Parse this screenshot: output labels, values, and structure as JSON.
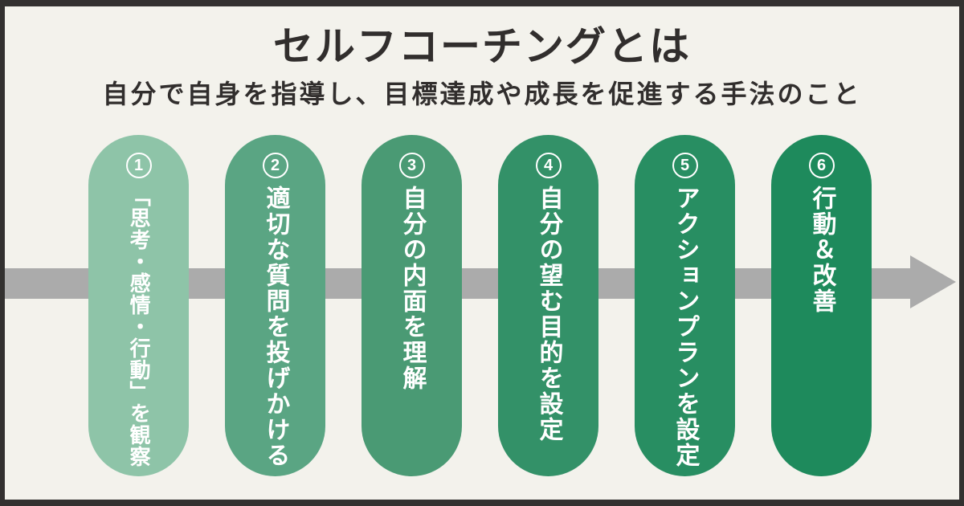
{
  "header": {
    "title": "セルフコーチングとは",
    "subtitle": "自分で自身を指導し、目標達成や成長を促進する手法のこと"
  },
  "flow_arrow": {
    "direction": "left-to-right",
    "color": "#ababab"
  },
  "steps": [
    {
      "number": "1",
      "label": "「思考・感情・行動」を観察",
      "color": "#8ec4a8"
    },
    {
      "number": "2",
      "label": "適切な質問を投げかける",
      "color": "#5aa583"
    },
    {
      "number": "3",
      "label": "自分の内面を理解",
      "color": "#4a9a74"
    },
    {
      "number": "4",
      "label": "自分の望む目的を設定",
      "color": "#339168"
    },
    {
      "number": "5",
      "label": "アクションプランを設定",
      "color": "#288e62"
    },
    {
      "number": "6",
      "label": "行動＆改善",
      "color": "#1e8a5c"
    }
  ],
  "colors": {
    "background": "#f3f2ec",
    "frame_border": "#333130",
    "arrow": "#ababab",
    "heading_text": "#312e2d",
    "pill_text": "#ffffff"
  }
}
